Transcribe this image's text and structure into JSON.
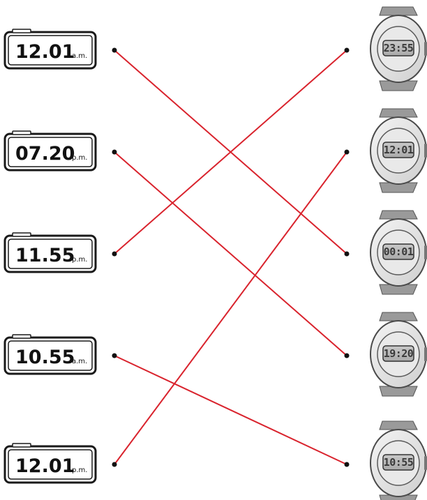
{
  "clocks": [
    {
      "time": "12.01",
      "period": "a.m."
    },
    {
      "time": "07.20",
      "period": "p.m."
    },
    {
      "time": "11.55",
      "period": "p.m."
    },
    {
      "time": "10.55",
      "period": "a.m."
    },
    {
      "time": "12.01",
      "period": "p.m."
    }
  ],
  "watches": [
    {
      "display": "23:55"
    },
    {
      "display": "12:01"
    },
    {
      "display": "00:01"
    },
    {
      "display": "19:20"
    },
    {
      "display": "10:55"
    }
  ],
  "matches": [
    {
      "clock": 0,
      "watch": 2
    },
    {
      "clock": 1,
      "watch": 3
    },
    {
      "clock": 2,
      "watch": 0
    },
    {
      "clock": 3,
      "watch": 4
    },
    {
      "clock": 4,
      "watch": 1
    }
  ],
  "colors": {
    "line": "#d9232d",
    "dot": "#111111"
  }
}
